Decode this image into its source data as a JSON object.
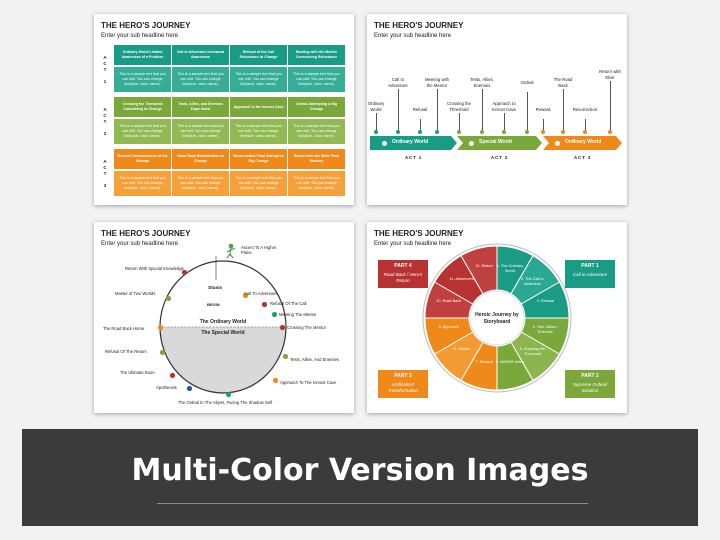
{
  "slides": {
    "title": "THE HERO'S JOURNEY",
    "subtitle": "Enter your sub headline here"
  },
  "colors": {
    "teal": "#1a9b86",
    "green": "#7aa83b",
    "orange": "#ef8a1a",
    "red": "#b83232",
    "dark": "#3b3b3b"
  },
  "grid": {
    "acts": [
      "ACT 1",
      "ACT 2",
      "ACT 3"
    ],
    "headers": [
      [
        "Ordinary World Limited Awareness of a Problem",
        "Call to Adventure Increased Awareness",
        "Refusal of the Call Reluctance to Change",
        "Meeting with the Mentor Overcoming Reluctance"
      ],
      [
        "Crossing the Threshold Committing to Change",
        "Tests, Allies, and Enemies Experiment",
        "Approach to the Inmost Cave",
        "Ordeal Attempting a Big Change"
      ],
      [
        "Reward Consequences of the Attempt",
        "Road Back Rededication to Change",
        "Resurrection Final Attempt at Big Change",
        "Return with the Elixir Final Mastery"
      ]
    ],
    "body_text": "This is a sample text that you can edit. You can change font(size, color, name)."
  },
  "timeline": {
    "top_labels": [
      "Ordinary World",
      "Call to Adventure",
      "Refusal",
      "Meeting with the Mentor",
      "Crossing the Threshold",
      "Tests, Allies, Enemies",
      "Approach to Inmost Cave",
      "Ordeal",
      "Reward",
      "The Road Back",
      "Resurrection",
      "Return with Elixir"
    ],
    "arrows": [
      "Ordinary World",
      "Special World",
      "Ordinary World"
    ],
    "acts": [
      "ACT 1",
      "ACT 2",
      "ACT 3"
    ]
  },
  "circle": {
    "top_caption": "Ascent To A Higher Plane",
    "steps": [
      "Call To Adventure",
      "Refusal Of The Call",
      "Meeting The Mentor",
      "Crossing The Mentor",
      "Tests, Allies, And Enemies",
      "Approach To The Inmost Cave",
      "The Ordeal In The Abyss, Facing The Shadow Self",
      "Apotheosis",
      "The Ultimate Boon",
      "Refusal Of The Return",
      "The Road Back Home",
      "Master of Two Worlds",
      "Return With Special Knowledge"
    ],
    "stasis": "Stasis",
    "begin": "BEGIN",
    "ordinary": "The Ordinary World",
    "special": "The Special World"
  },
  "wheel": {
    "center": "Heroic Journey by Storyboard",
    "segments": [
      "1. The Ordinary World",
      "2. The Call to Adventure",
      "3. Refusal",
      "4. Test / Allies / Enemies",
      "5. Crossing the Threshold",
      "6. MAKER video",
      "7. Reward",
      "8. Ordeal",
      "9. Approach",
      "10. Road Back",
      "11. Atonement",
      "12. Return"
    ],
    "parts": [
      {
        "title": "PART 1",
        "text": "Call to Adventure"
      },
      {
        "title": "PART 2",
        "text": "Supreme Ordeal/ Initiation"
      },
      {
        "title": "PART 3",
        "text": "Unification/ Transformation"
      },
      {
        "title": "PART 4",
        "text": "Road Back / Hero's Return"
      }
    ]
  },
  "banner": "Multi-Color Version Images"
}
